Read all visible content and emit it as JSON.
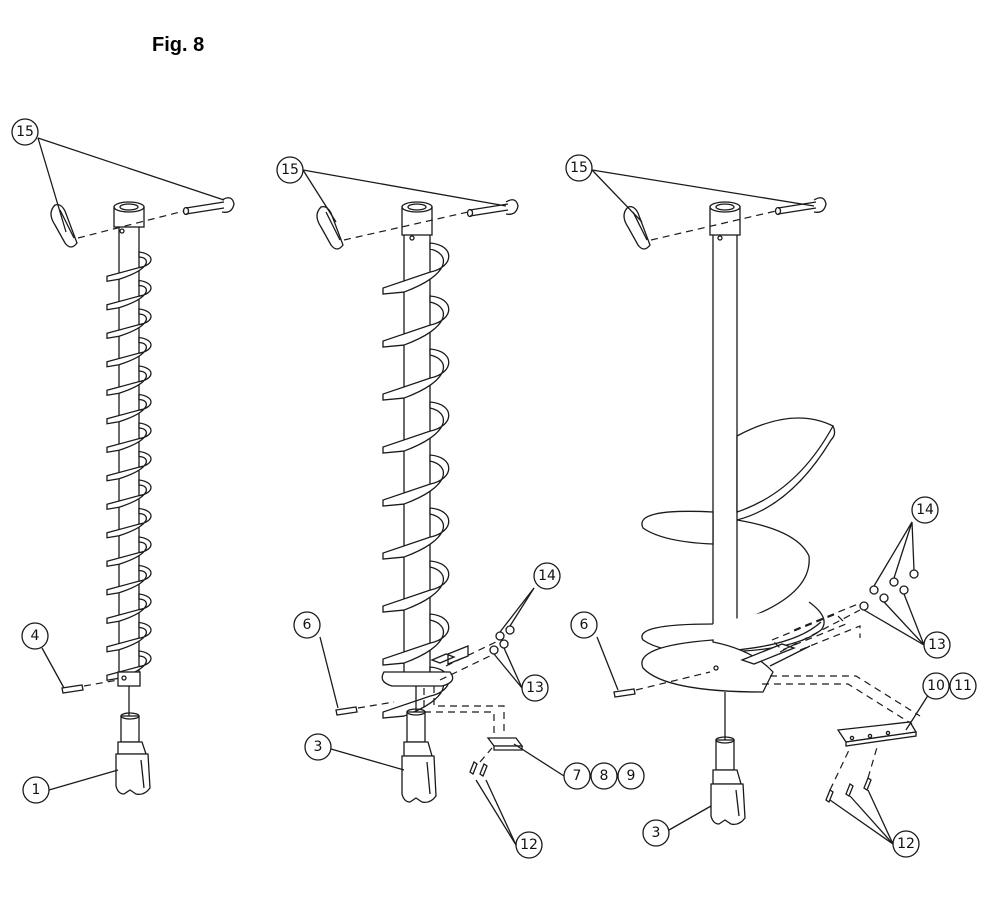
{
  "figure": {
    "title": "Fig. 8"
  },
  "callouts": {
    "a15": "15",
    "a4": "4",
    "a1": "1",
    "b15": "15",
    "b6": "6",
    "b3": "3",
    "b14": "14",
    "b13": "13",
    "b7": "7",
    "b8": "8",
    "b9": "9",
    "b12": "12",
    "c15": "15",
    "c6": "6",
    "c3": "3",
    "c14": "14",
    "c13": "13",
    "c10": "10",
    "c11": "11",
    "c12": "12"
  },
  "colors": {
    "ink": "#1a1a1a",
    "paper": "#ffffff"
  },
  "parts": [
    "small-auger",
    "medium-auger",
    "large-auger"
  ]
}
